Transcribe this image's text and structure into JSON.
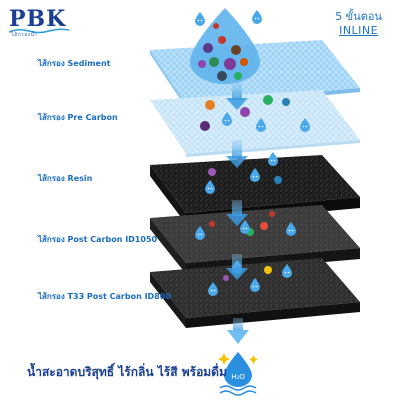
{
  "brand": {
    "logo_text": "PBK",
    "tagline": "ไส้กรองน้ำ"
  },
  "header": {
    "steps_line1": "5 ขั้นตอน",
    "steps_line2": "INLINE"
  },
  "layers": [
    {
      "label": "ไส้กรอง Sediment",
      "color": "#9fd3f7"
    },
    {
      "label": "ไส้กรอง Pre Carbon",
      "color": "#d4ecfb"
    },
    {
      "label": "ไส้กรอง Resin",
      "color": "#1c1c1c"
    },
    {
      "label": "ไส้กรอง Post Carbon ID1050",
      "color": "#3b3b3b"
    },
    {
      "label": "ไส้กรอง T33 Post Carbon ID800",
      "color": "#2e2e2e"
    }
  ],
  "water_symbol": "H₂O",
  "footer": {
    "text": "น้ำสะอาดบริสุทธิ์ ไร้กลิ่น ไร้สี พร้อมดื่ม"
  }
}
